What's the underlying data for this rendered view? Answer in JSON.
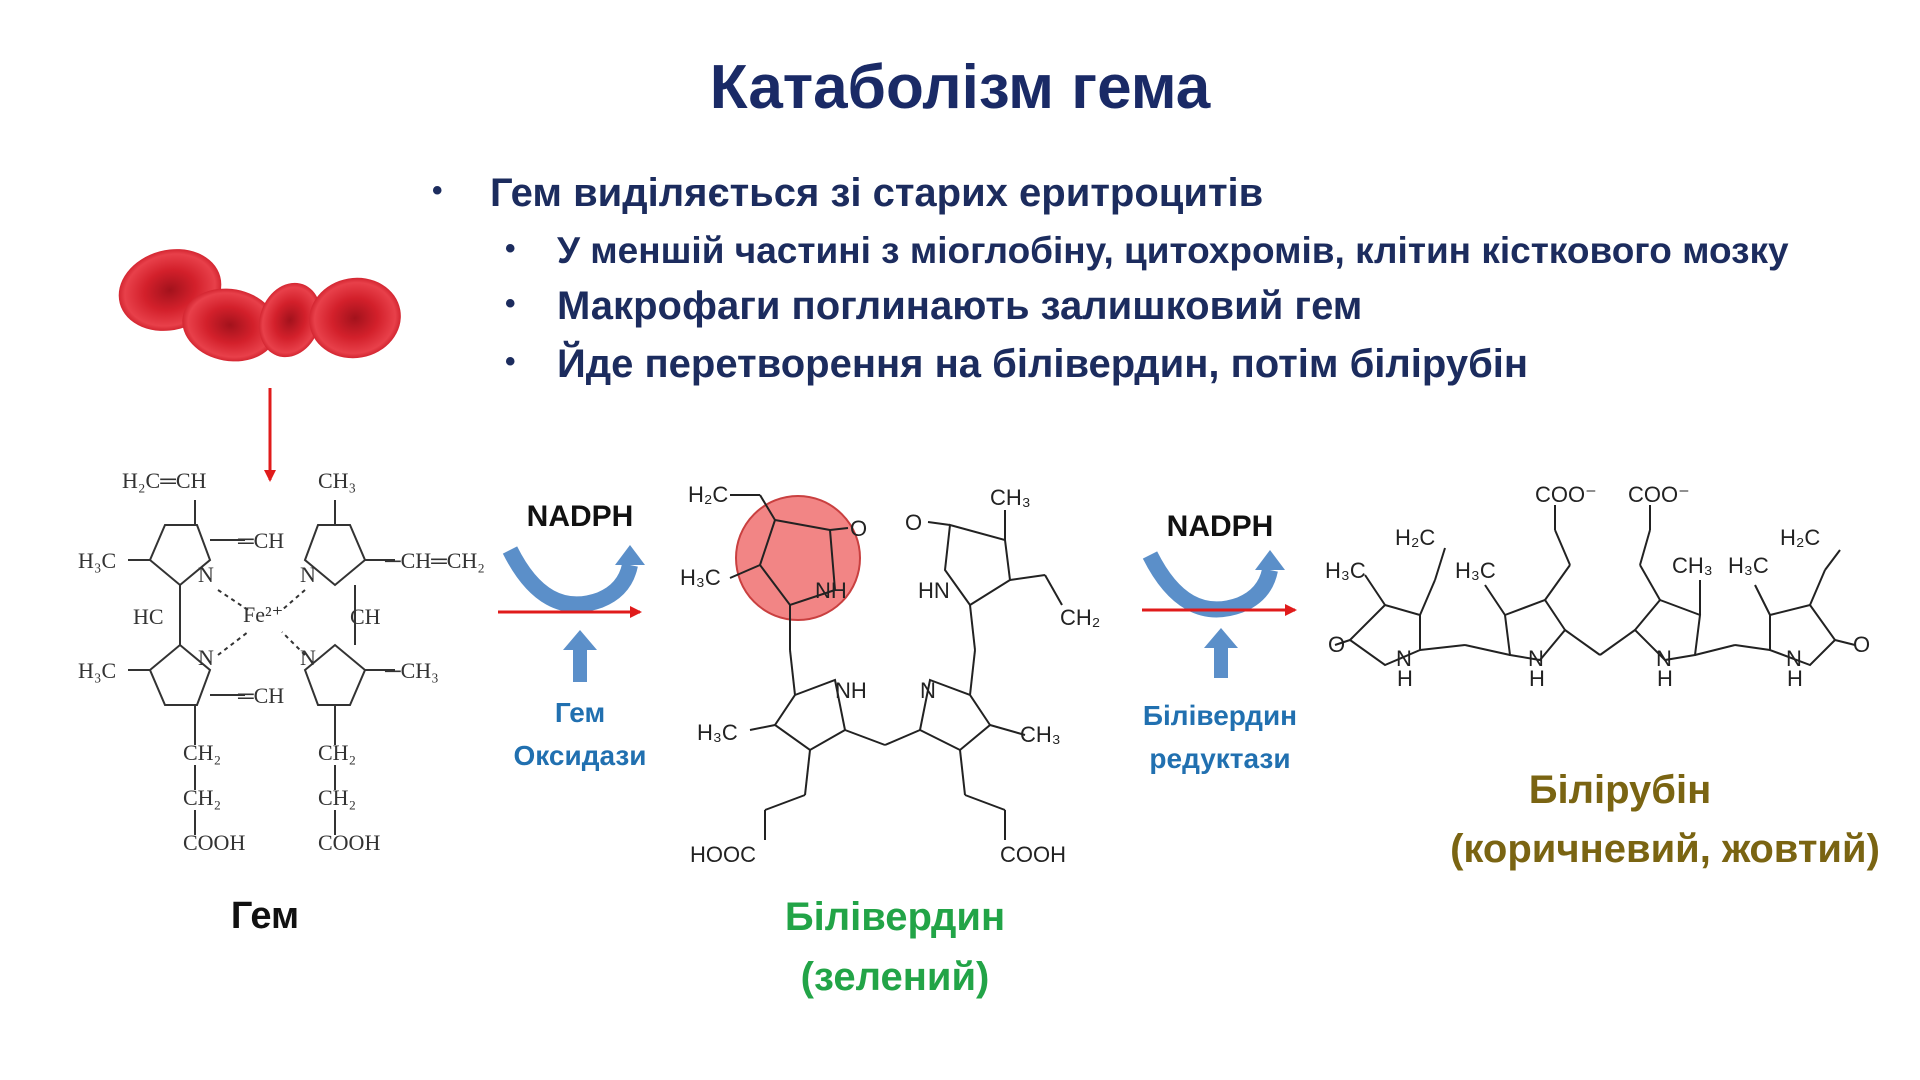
{
  "title": "Катаболізм гема",
  "bullets": {
    "main": "Гем виділяється зі старих еритроцитів",
    "sub": [
      "У меншій частині з міоглобіну, цитохромів, клітин кісткового мозку",
      "Макрофаги поглинають залишковий гем",
      "Йде перетворення на білівердин, потім білірубін"
    ]
  },
  "step1": {
    "cofactor": "NADPH",
    "enzyme_line1": "Гем",
    "enzyme_line2": "Оксидази"
  },
  "step2": {
    "cofactor": "NADPH",
    "enzyme_line1": "Білівердин",
    "enzyme_line2": "редуктази"
  },
  "compounds": {
    "heme": {
      "name": "Гем"
    },
    "biliverdin": {
      "name": "Білівердин",
      "color_note": "(зелений)"
    },
    "bilirubin": {
      "name": "Білірубін",
      "color_note": "(коричневий, жовтий)"
    }
  },
  "heme_labels": {
    "h2c_ch": "H₂C═CH",
    "ch3_top": "CH₃",
    "h3c_left": "H₃C",
    "ch_top": "═CH",
    "ch_ch2": "─CH═CH₂",
    "n1": "N",
    "n2": "N",
    "n3": "N",
    "n4": "N",
    "fe": "Fe²⁺",
    "hc": "HC",
    "ch_right": "CH",
    "h3c_left2": "H₃C",
    "ch3_right": "─CH₃",
    "ch_bottom": "═CH",
    "ch2_a": "CH₂",
    "ch2_b": "CH₂",
    "cooh_a": "COOH",
    "ch2_c": "CH₂",
    "ch2_d": "CH₂",
    "cooh_b": "COOH"
  },
  "biliverdin_labels": {
    "h2c": "H₂C",
    "o1": "O",
    "h3c1": "H₃C",
    "nh1": "NH",
    "o2": "O",
    "ch3_1": "CH₃",
    "hn": "HN",
    "ch2": "CH₂",
    "nh2": "NH",
    "n": "N",
    "h3c2": "H₃C",
    "ch3_2": "CH₃",
    "hooc": "HOOC",
    "cooh": "COOH"
  },
  "bilirubin_labels": {
    "coo1": "COO⁻",
    "coo2": "COO⁻",
    "h2c1": "H₂C",
    "h2c2": "H₂C",
    "h3c1": "H₃C",
    "h3c2": "H₃C",
    "ch3": "CH₃",
    "h3c3": "H₃C",
    "o1": "O",
    "o2": "O",
    "nh1": "N",
    "nh1h": "H",
    "nh2": "N",
    "nh2h": "H",
    "nh3": "N",
    "nh3h": "H",
    "nh4": "N",
    "nh4h": "H"
  },
  "colors": {
    "title": "#1a2a66",
    "bullets": "#1c2c5e",
    "enzyme": "#2170b0",
    "biliverdin": "#22a447",
    "bilirubin": "#7a6412",
    "arrow_red": "#e01b1b",
    "arrow_blue": "#5b8fc9",
    "highlight": "#f07070"
  }
}
